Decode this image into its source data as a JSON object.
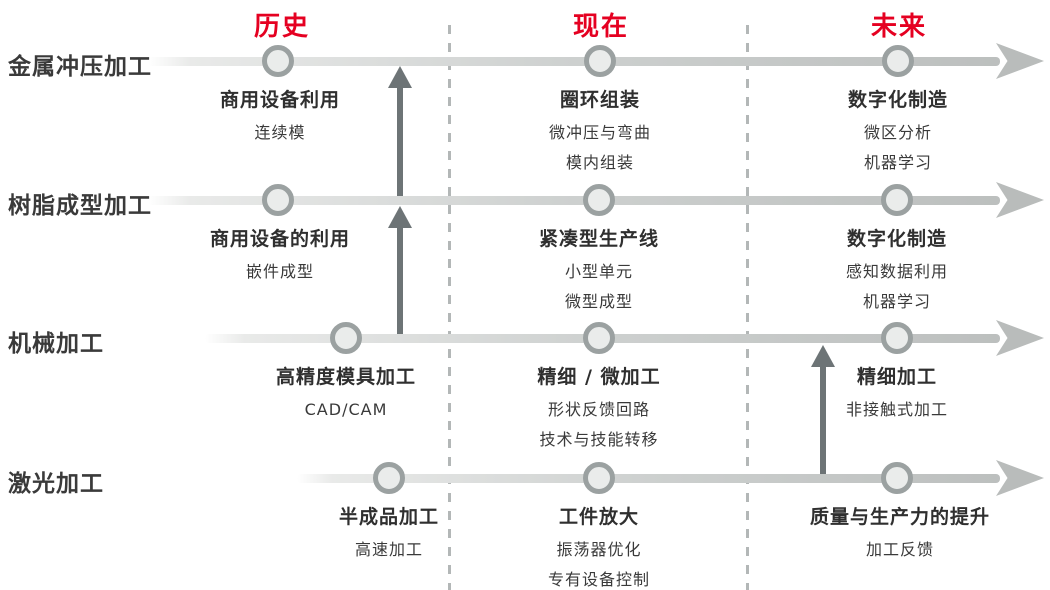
{
  "colors": {
    "accent_red": "#e50021",
    "track_gray": "#bcbfbe",
    "node_ring": "#9ba1a1",
    "node_fill": "#eaeceb",
    "up_arrow_gray": "#6d7476",
    "divider_gray": "#b3b7b7",
    "text_dark": "#2f2f2f"
  },
  "periods": [
    {
      "label": "历史"
    },
    {
      "label": "现在"
    },
    {
      "label": "未来"
    }
  ],
  "rows": [
    {
      "label": "金属冲压加工",
      "milestones": [
        {
          "title": "商用设备利用",
          "lines": [
            "连续模"
          ]
        },
        {
          "title": "圈环组装",
          "lines": [
            "微冲压与弯曲",
            "模内组装"
          ]
        },
        {
          "title": "数字化制造",
          "lines": [
            "微区分析",
            "机器学习"
          ]
        }
      ]
    },
    {
      "label": "树脂成型加工",
      "milestones": [
        {
          "title": "商用设备的利用",
          "lines": [
            "嵌件成型"
          ]
        },
        {
          "title": "紧凑型生产线",
          "lines": [
            "小型单元",
            "微型成型"
          ]
        },
        {
          "title": "数字化制造",
          "lines": [
            "感知数据利用",
            "机器学习"
          ]
        }
      ]
    },
    {
      "label": "机械加工",
      "milestones": [
        {
          "title": "高精度模具加工",
          "lines": [
            "CAD/CAM"
          ]
        },
        {
          "title": "精细 / 微加工",
          "lines": [
            "形状反馈回路",
            "技术与技能转移"
          ]
        },
        {
          "title": "精细加工",
          "lines": [
            "非接触式加工"
          ]
        }
      ]
    },
    {
      "label": "激光加工",
      "milestones": [
        {
          "title": "半成品加工",
          "lines": [
            "高速加工"
          ]
        },
        {
          "title": "工件放大",
          "lines": [
            "振荡器优化",
            "专有设备控制"
          ]
        },
        {
          "title": "质量与生产力的提升",
          "lines": [
            "加工反馈"
          ]
        }
      ]
    }
  ],
  "connections": [
    {
      "from": "树脂成型加工",
      "to": "金属冲压加工"
    },
    {
      "from": "机械加工",
      "to": "树脂成型加工"
    },
    {
      "from": "激光加工",
      "to": "机械加工"
    }
  ]
}
